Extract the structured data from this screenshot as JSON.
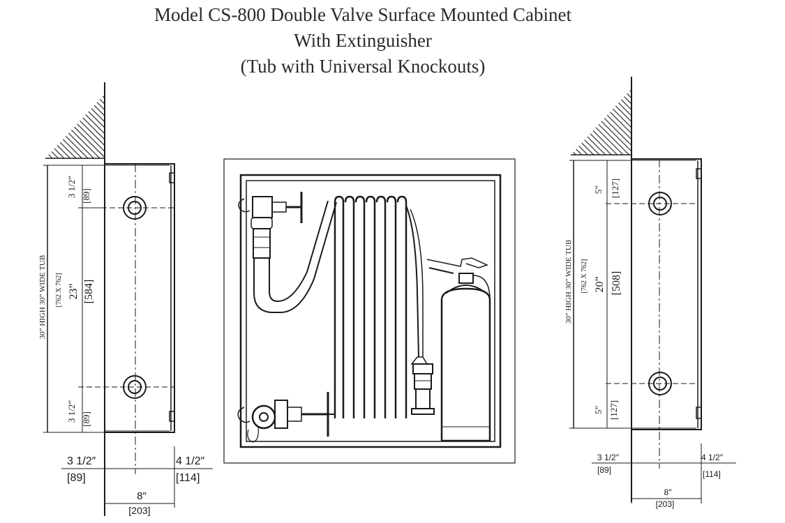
{
  "title": {
    "line1": "Model CS-800 Double Valve Surface Mounted Cabinet",
    "line2": "With Extinguisher",
    "line3": "(Tub with Universal Knockouts)"
  },
  "left_view": {
    "tub_label": "30” HIGH  30” WIDE TUB",
    "tub_metric": "[762 X 762]",
    "top_offset": "3 1/2”",
    "top_offset_mm": "[89]",
    "center_span": "23”",
    "center_span_mm": "[584]",
    "bottom_offset": "3 1/2”",
    "bottom_offset_mm": "[89]",
    "depth_left": "3 1/2″",
    "depth_left_mm": "[89]",
    "depth_right": "4 1/2″",
    "depth_right_mm": "[114]",
    "depth_total": "8″",
    "depth_total_mm": "[203]"
  },
  "right_view": {
    "tub_label": "30” HIGH  30” WIDE TUB",
    "tub_metric": "[762 X 762]",
    "top_offset": "5”",
    "top_offset_mm": "[127]",
    "center_span": "20”",
    "center_span_mm": "[508]",
    "bottom_offset": "5”",
    "bottom_offset_mm": "[127]",
    "depth_left": "3 1/2″",
    "depth_left_mm": "[89]",
    "depth_right": "4 1/2″",
    "depth_right_mm": "[114]",
    "depth_total": "8″",
    "depth_total_mm": "[203]"
  },
  "colors": {
    "line": "#1a1a1a",
    "background": "#ffffff"
  }
}
